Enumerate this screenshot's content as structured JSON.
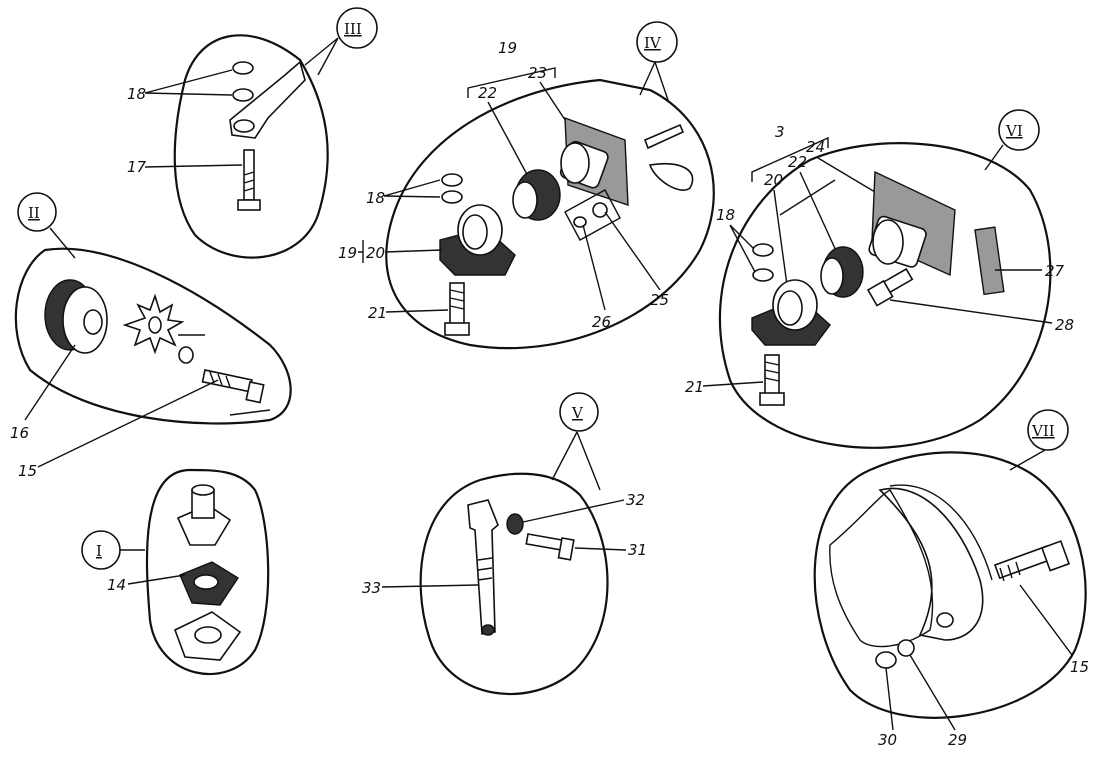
{
  "groups": {
    "I": "I",
    "II": "II",
    "III": "III",
    "IV": "IV",
    "V": "V",
    "VI": "VI",
    "VII": "VII"
  },
  "labels": {
    "p3": "3",
    "p14": "14",
    "p15a": "15",
    "p15b": "15",
    "p16": "16",
    "p17": "17",
    "p18a": "18",
    "p18b": "18",
    "p18c": "18",
    "p19a": "19",
    "p19b": "19",
    "p20a": "20",
    "p20b": "20",
    "p21a": "21",
    "p21b": "21",
    "p22a": "22",
    "p22b": "22",
    "p23": "23",
    "p24": "24",
    "p25": "25",
    "p26": "26",
    "p27": "27",
    "p28": "28",
    "p29": "29",
    "p30": "30",
    "p31": "31",
    "p32": "32",
    "p33": "33"
  }
}
